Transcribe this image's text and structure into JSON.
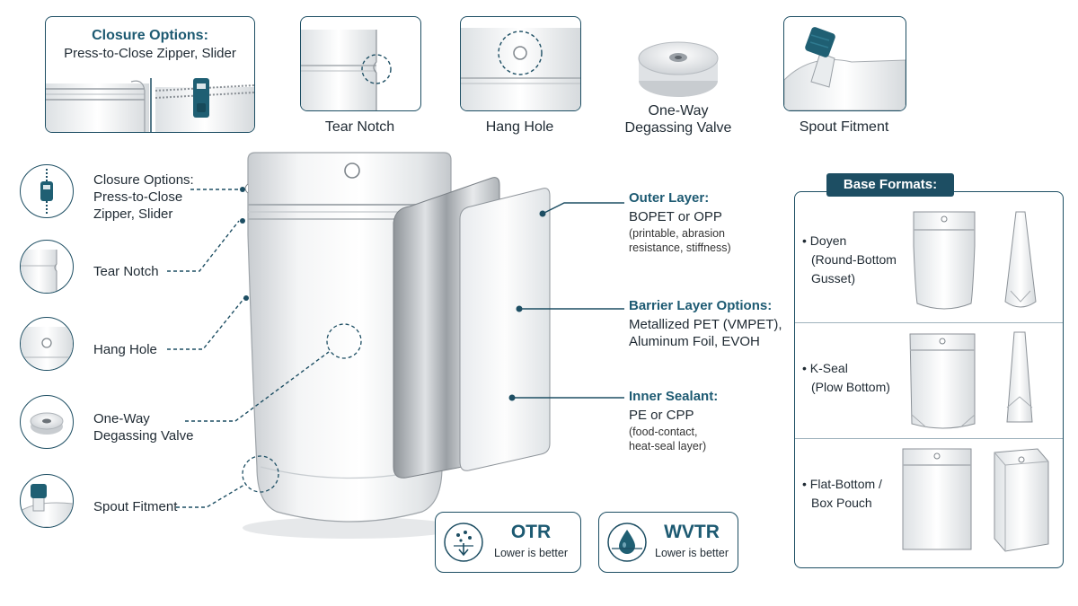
{
  "top_cards": {
    "closure": {
      "title": "Closure Options:",
      "subtitle": "Press-to-Close Zipper, Slider"
    },
    "tear_notch": "Tear Notch",
    "hang_hole": "Hang Hole",
    "valve_line1": "One-Way",
    "valve_line2": "Degassing Valve",
    "spout": "Spout Fitment"
  },
  "left_callouts": {
    "closure_line1": "Closure Options:",
    "closure_line2": "Press-to-Close",
    "closure_line3": "Zipper, Slider",
    "tear_notch": "Tear Notch",
    "hang_hole": "Hang Hole",
    "valve_line1": "One-Way",
    "valve_line2": "Degassing Valve",
    "spout": "Spout Fitment"
  },
  "layers": {
    "outer": {
      "title": "Outer Layer:",
      "material": "BOPET or OPP",
      "note_line1": "(printable, abrasion",
      "note_line2": "resistance, stiffness)"
    },
    "barrier": {
      "title": "Barrier Layer Options:",
      "material_line1": "Metallized PET (VMPET),",
      "material_line2": "Aluminum Foil, EVOH"
    },
    "inner": {
      "title": "Inner Sealant:",
      "material": "PE or CPP",
      "note_line1": "(food-contact,",
      "note_line2": "heat-seal layer)"
    }
  },
  "metrics": {
    "otr": {
      "title": "OTR",
      "caption": "Lower is better"
    },
    "wvtr": {
      "title": "WVTR",
      "caption": "Lower is better"
    }
  },
  "base_formats": {
    "title": "Base Formats:",
    "doyen": {
      "line1": "• Doyen",
      "line2": "(Round-Bottom",
      "line3": "Gusset)"
    },
    "kseal": {
      "line1": "• K-Seal",
      "line2": "(Plow Bottom)"
    },
    "flat": {
      "line1": "• Flat-Bottom /",
      "line2": "Box Pouch"
    }
  },
  "colors": {
    "accent": "#1d4e63",
    "heading": "#1d5a72",
    "spout_cap": "#1f5f73"
  },
  "icons": [
    "zipper-icon",
    "tear-notch-icon",
    "hang-hole-icon",
    "valve-icon",
    "spout-icon",
    "oxygen-icon",
    "water-drop-icon"
  ]
}
